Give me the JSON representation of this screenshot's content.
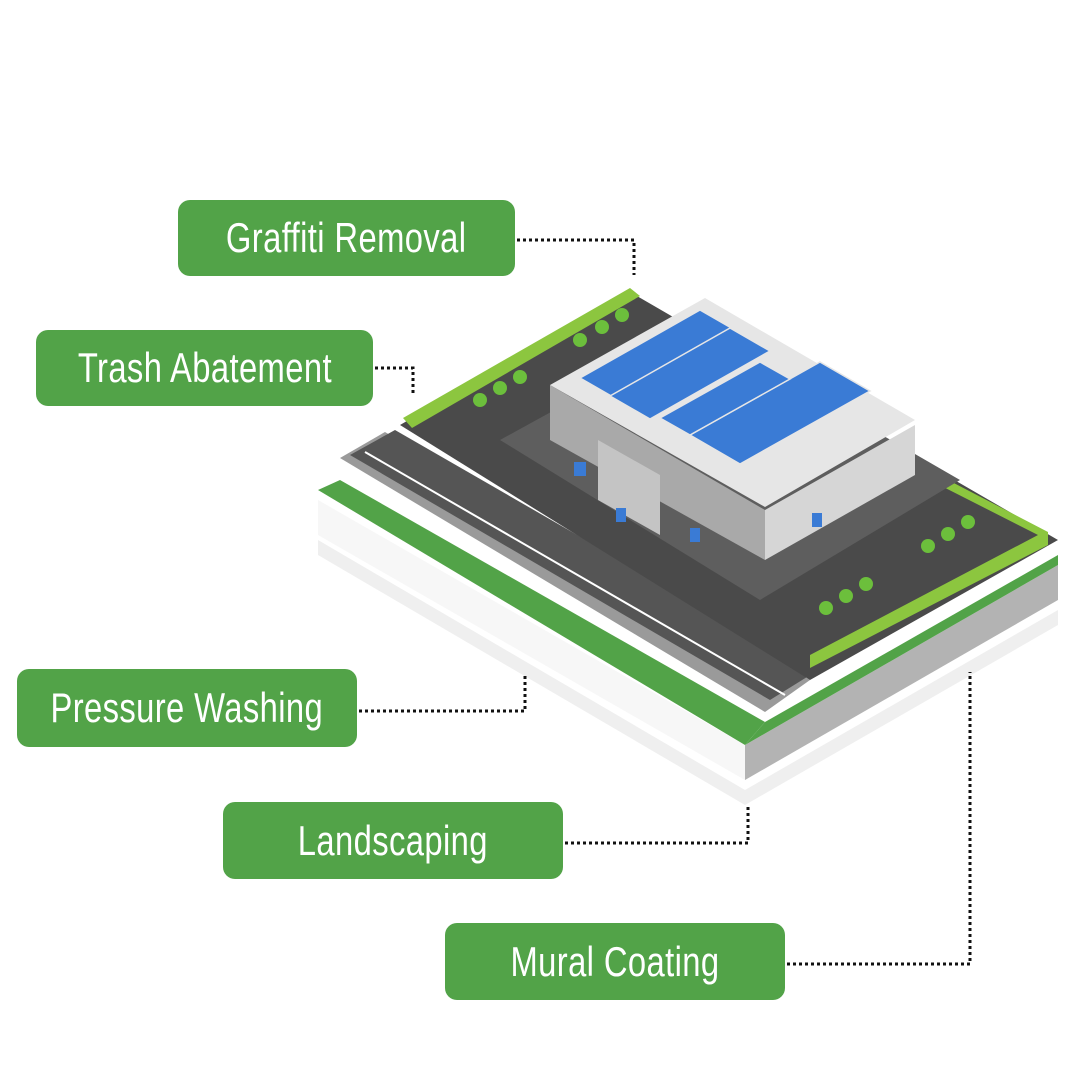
{
  "labels": {
    "graffiti": "Graffiti Removal",
    "trash": "Trash Abatement",
    "pressure": "Pressure Washing",
    "landscaping": "Landscaping",
    "mural": "Mural Coating"
  },
  "colors": {
    "label_bg": "#52a348",
    "grass": "#8cc63f",
    "solar": "#3a7bd5"
  }
}
